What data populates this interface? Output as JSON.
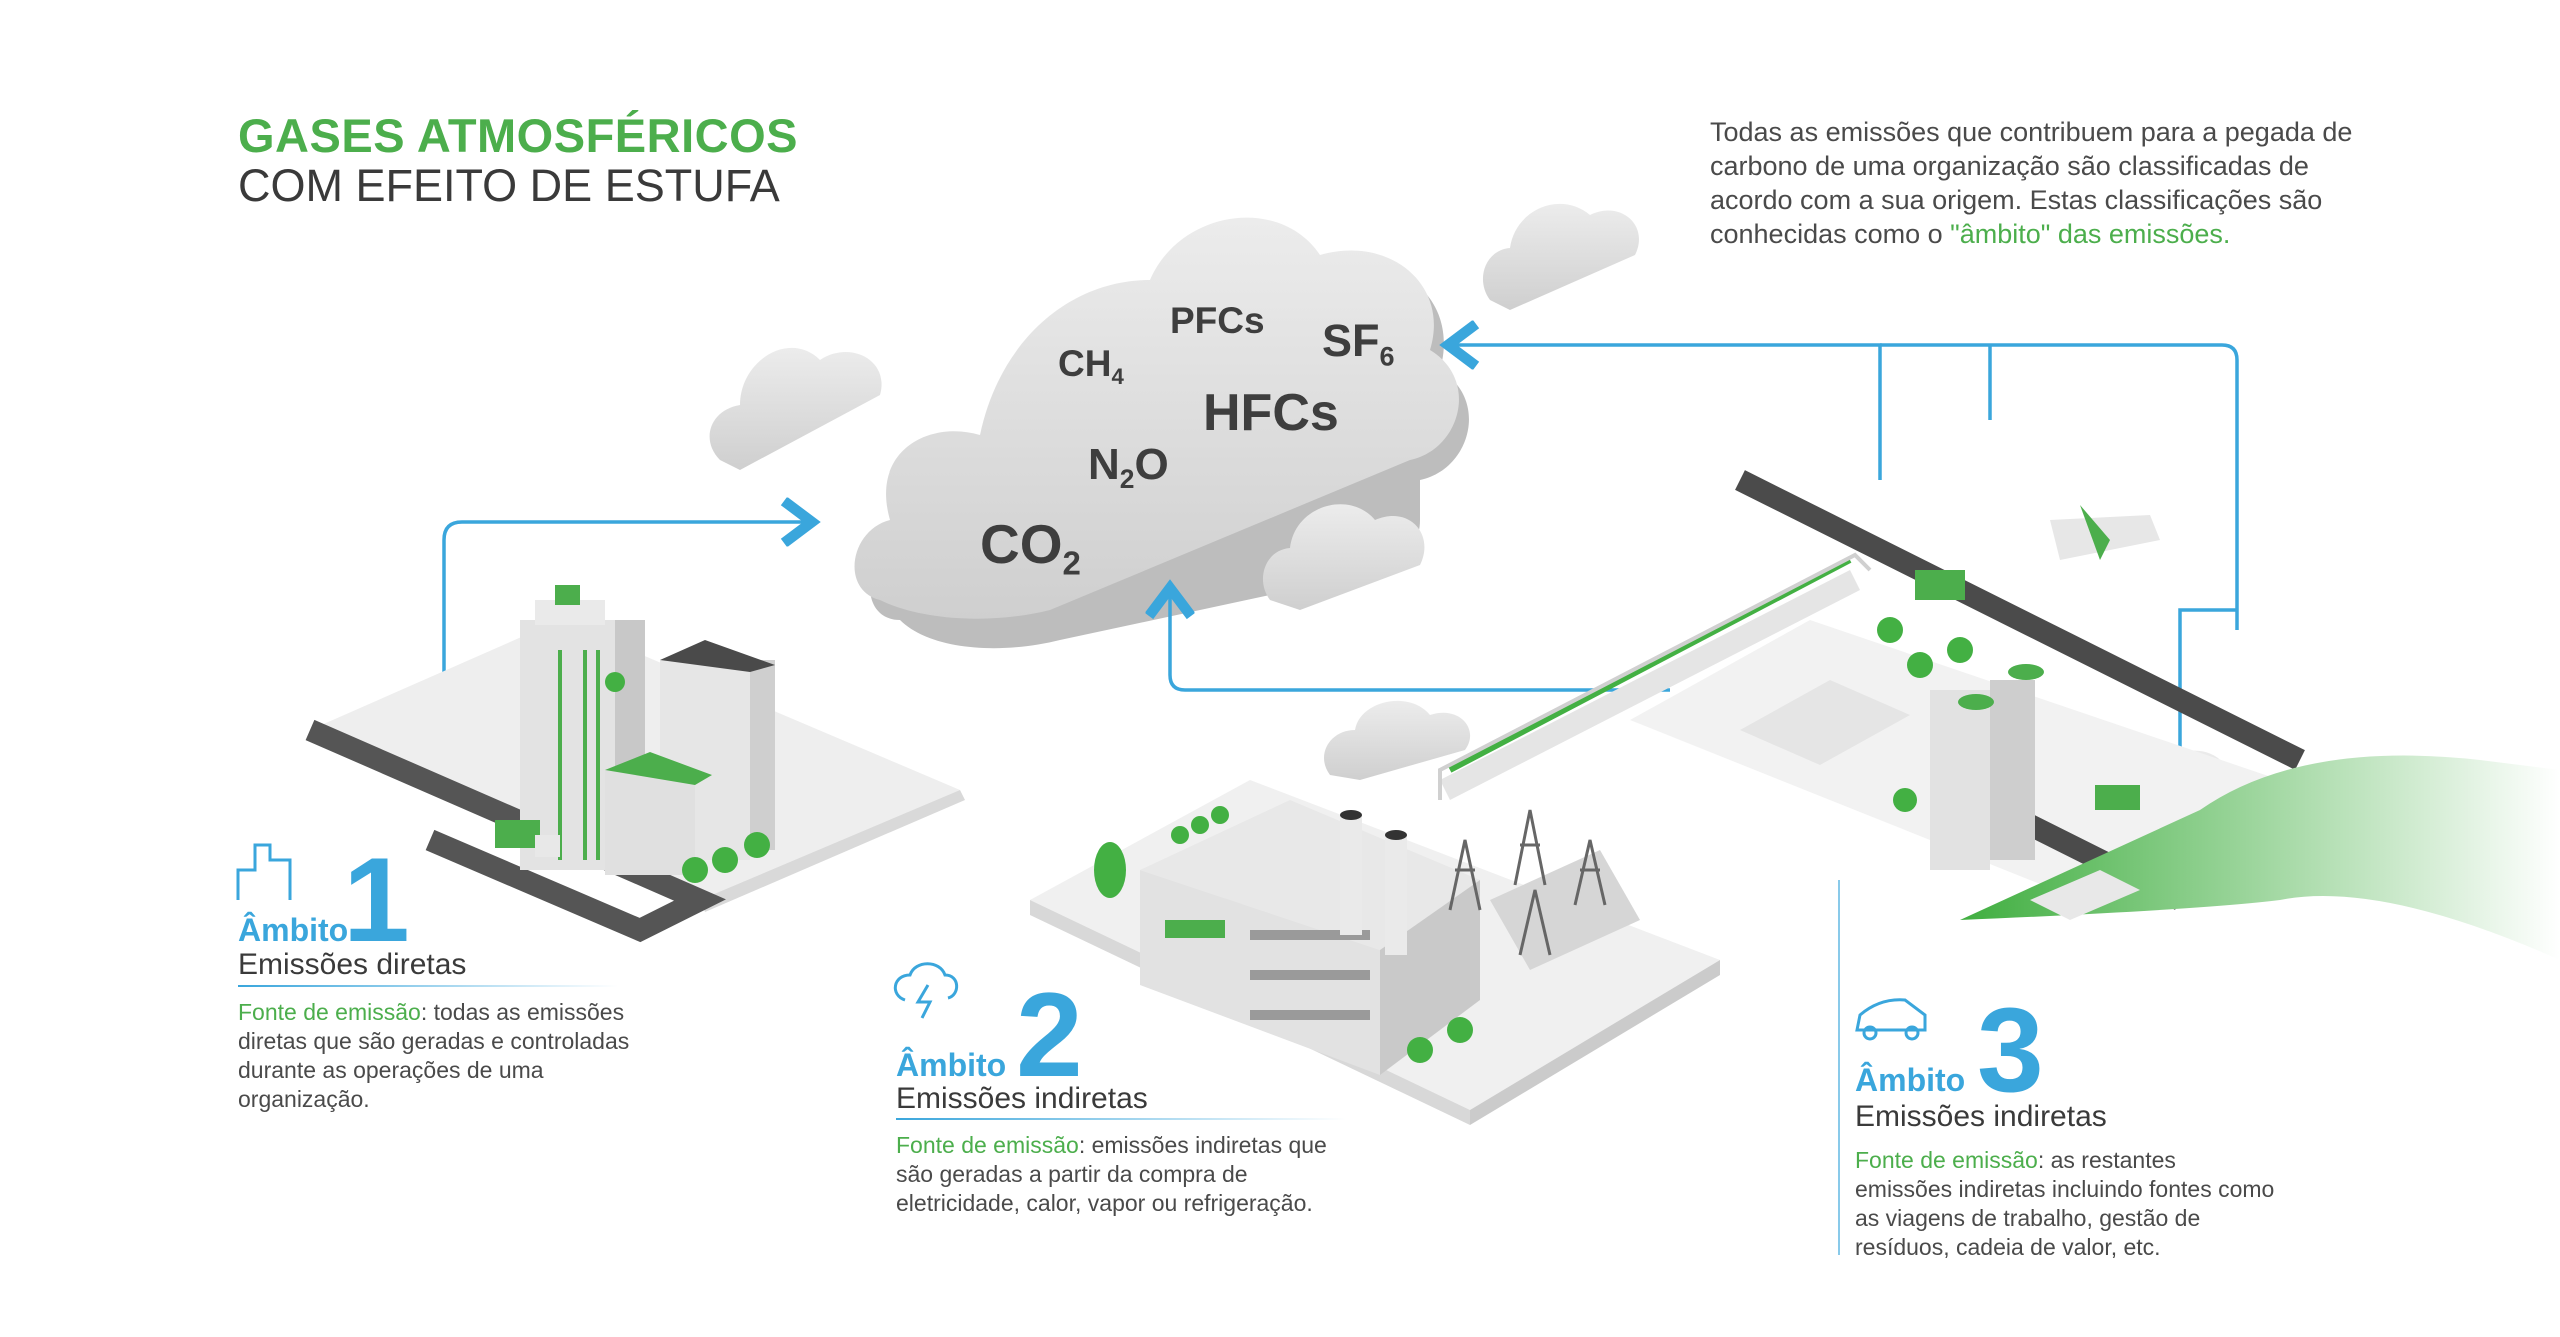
{
  "title": {
    "line1": "GASES ATMOSFÉRICOS",
    "line2": "COM EFEITO DE ESTUFA"
  },
  "intro": {
    "text": "Todas as emissões que contribuem para a pegada de carbono de uma organização são classificadas de acordo com a sua origem. Estas classificações são conhecidas como o ",
    "highlight": "\"âmbito\" das emissões."
  },
  "gases": {
    "co2": {
      "base": "CO",
      "sub": "2"
    },
    "n2o": {
      "pre": "N",
      "sub": "2",
      "post": "O"
    },
    "ch4": {
      "base": "CH",
      "sub": "4"
    },
    "pfcs": "PFCs",
    "hfcs": "HFCs",
    "sf6": {
      "base": "SF",
      "sub": "6"
    }
  },
  "scopes": [
    {
      "label": "Âmbito",
      "number": "1",
      "subtitle": "Emissões diretas",
      "source_label": "Fonte de emissão",
      "description": ": todas as emissões diretas que são geradas e controladas durante as operações de uma organização.",
      "icon": "buildings-icon"
    },
    {
      "label": "Âmbito",
      "number": "2",
      "subtitle": "Emissões indiretas",
      "source_label": "Fonte de emissão",
      "description": ": emissões indiretas que são geradas a partir da compra de eletricidade, calor, vapor ou refrigeração.",
      "icon": "lightning-cloud-icon"
    },
    {
      "label": "Âmbito",
      "number": "3",
      "subtitle": "Emissões indiretas",
      "source_label": "Fonte de emissão",
      "description": ": as restantes emissões indiretas incluindo fontes como as viagens de trabalho, gestão de resíduos, cadeia de valor, etc.",
      "icon": "car-icon"
    }
  ],
  "colors": {
    "green": "#4cae4c",
    "blue": "#3aa6dc",
    "dark": "#3a3a3a",
    "cloud": "#d4d4d4"
  }
}
